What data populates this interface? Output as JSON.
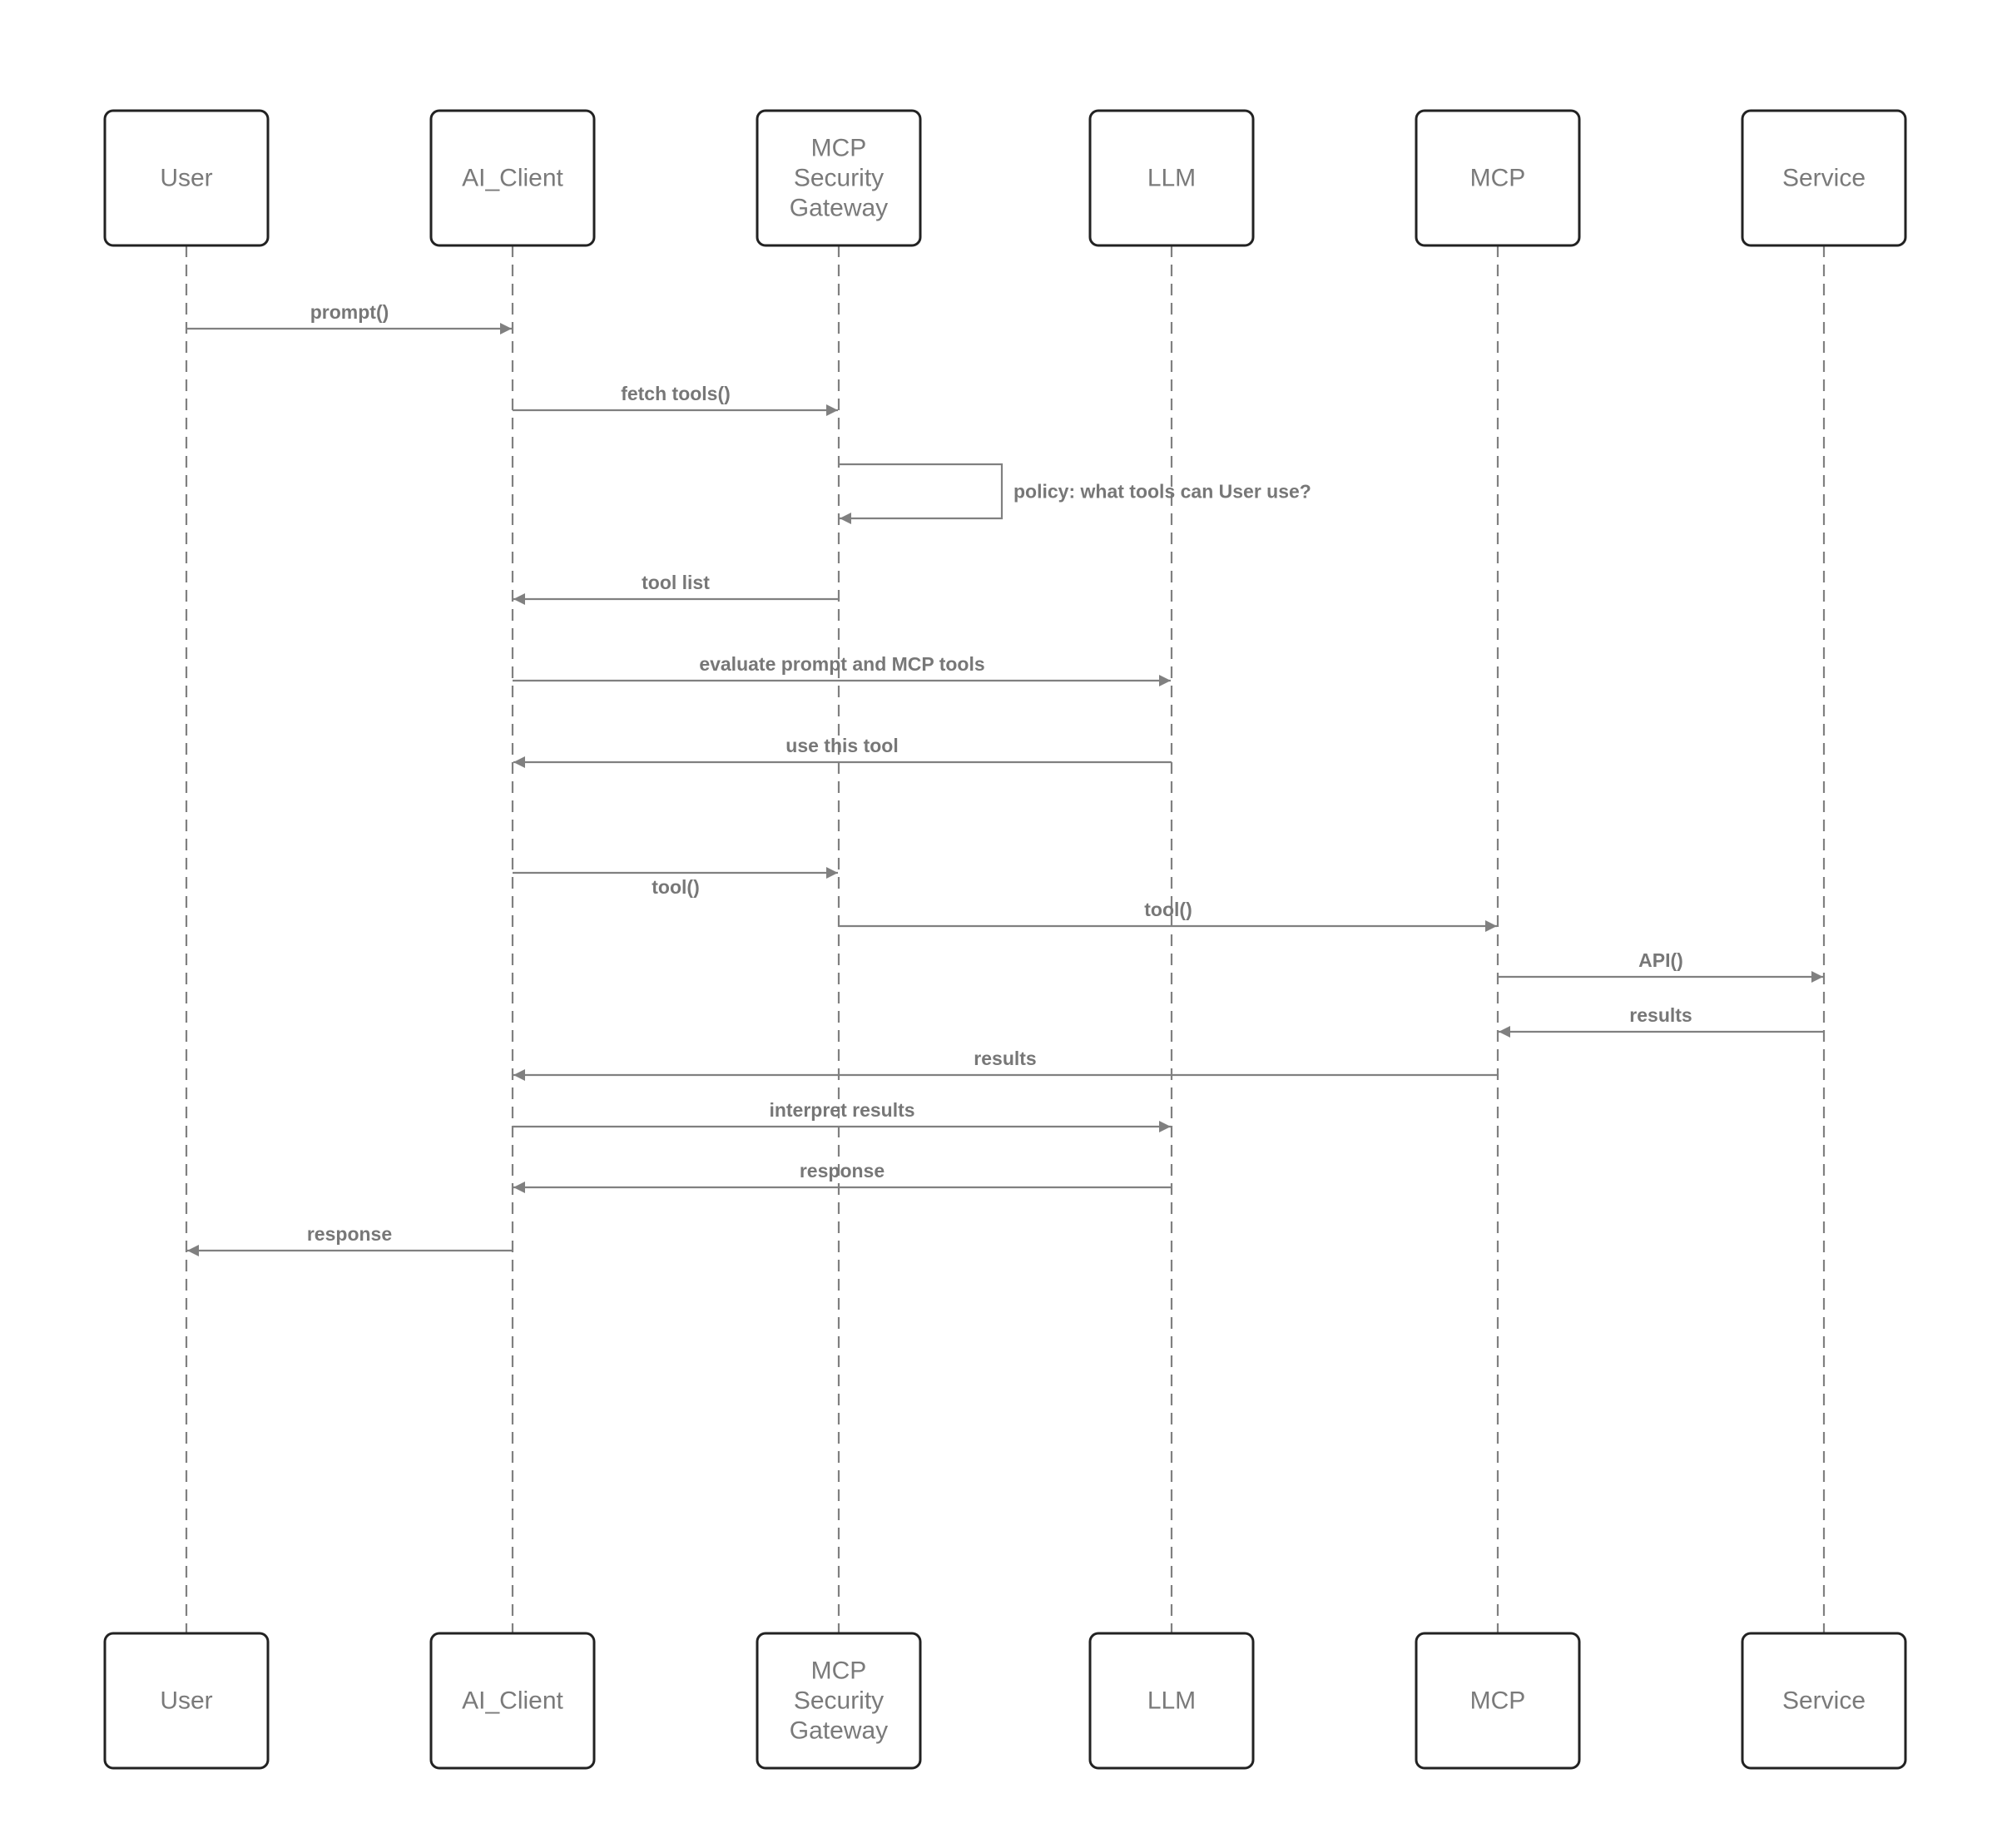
{
  "participants": [
    {
      "id": "user",
      "lines": [
        "User"
      ]
    },
    {
      "id": "ai_client",
      "lines": [
        "AI_Client"
      ]
    },
    {
      "id": "gateway",
      "lines": [
        "MCP",
        "Security",
        "Gateway"
      ]
    },
    {
      "id": "llm",
      "lines": [
        "LLM"
      ]
    },
    {
      "id": "mcp",
      "lines": [
        "MCP"
      ]
    },
    {
      "id": "service",
      "lines": [
        "Service"
      ]
    }
  ],
  "messages": [
    {
      "from": "user",
      "to": "ai_client",
      "label": "prompt()"
    },
    {
      "from": "ai_client",
      "to": "gateway",
      "label": "fetch tools()"
    },
    {
      "from": "gateway",
      "to": "gateway",
      "label": "policy: what tools can User use?",
      "self": true
    },
    {
      "from": "gateway",
      "to": "ai_client",
      "label": "tool list"
    },
    {
      "from": "ai_client",
      "to": "llm",
      "label": "evaluate prompt and MCP tools"
    },
    {
      "from": "llm",
      "to": "ai_client",
      "label": "use this tool"
    },
    {
      "from": "ai_client",
      "to": "gateway",
      "label": "tool()",
      "label_below": true
    },
    {
      "from": "gateway",
      "to": "mcp",
      "label": "tool()"
    },
    {
      "from": "mcp",
      "to": "service",
      "label": "API()"
    },
    {
      "from": "service",
      "to": "mcp",
      "label": "results"
    },
    {
      "from": "mcp",
      "to": "ai_client",
      "label": "results"
    },
    {
      "from": "ai_client",
      "to": "llm",
      "label": "interpret results"
    },
    {
      "from": "llm",
      "to": "ai_client",
      "label": "response"
    },
    {
      "from": "ai_client",
      "to": "user",
      "label": "response"
    }
  ],
  "colors": {
    "box_border": "#222222",
    "line": "#808080",
    "actor_text": "#7a7a7a",
    "label_text": "#777777"
  }
}
